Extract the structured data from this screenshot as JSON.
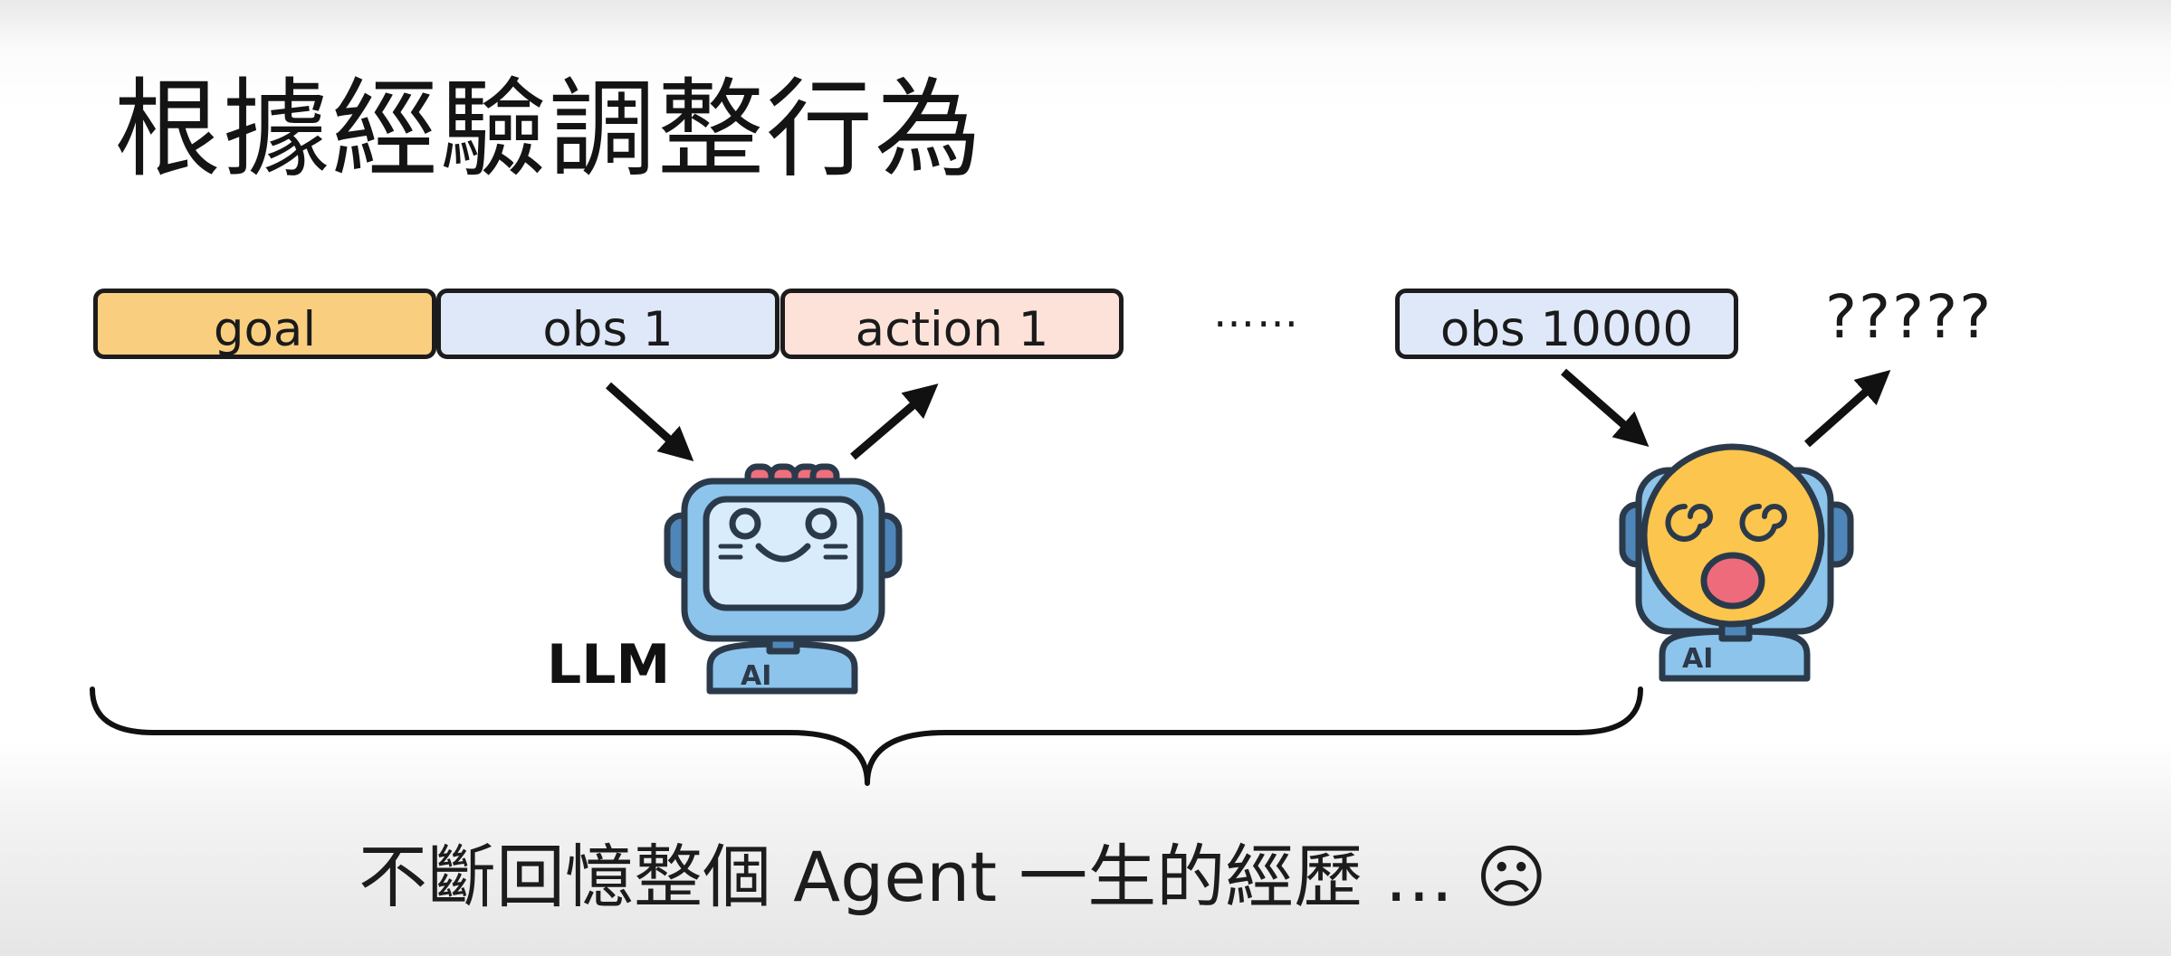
{
  "title": "根據經驗調整行為",
  "sequence": {
    "goal": "goal",
    "obs_first": "obs 1",
    "action_first": "action 1",
    "ellipsis": "……",
    "obs_last": "obs 10000",
    "unknown_output": "?????"
  },
  "agents": {
    "llm_label": "LLM",
    "llm_badge": "AI",
    "confused_badge": "AI"
  },
  "caption": "不斷回憶整個 Agent 一生的經歷 … ☹",
  "colors": {
    "goal_fill": "#f9cf7f",
    "obs_fill": "#dfe8f9",
    "action_fill": "#fde2d9",
    "robot_blue": "#8cc4ec",
    "robot_screen": "#d9ecfb",
    "robot_bumps": "#ef6f7d",
    "dizzy_face": "#fcc54d",
    "dizzy_mouth": "#ee6b7c",
    "outline": "#2b3a4a"
  },
  "icons": {
    "llm_robot": "happy-robot-icon",
    "confused_robot": "dizzy-robot-icon",
    "brace": "curly-brace-icon"
  }
}
